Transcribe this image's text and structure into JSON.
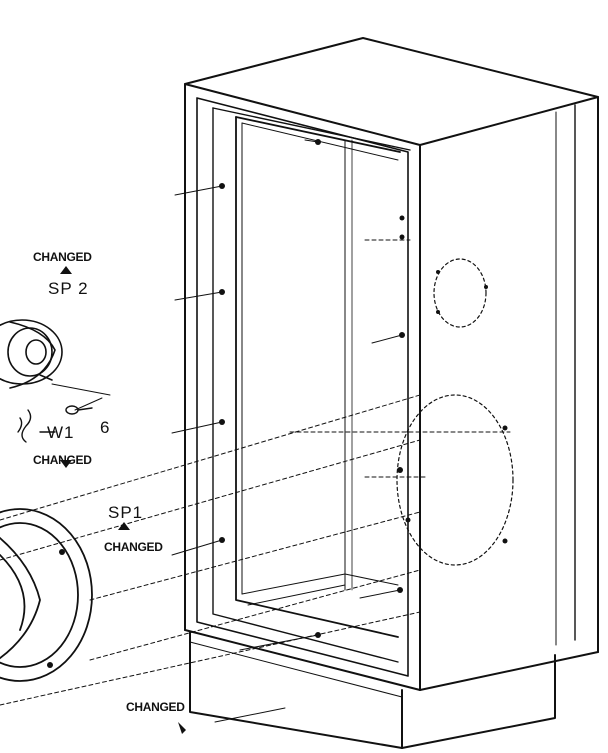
{
  "labels": {
    "changed_sp2": "CHANGED",
    "sp2": "SP 2",
    "num_6": "6",
    "w1": "W1",
    "changed_w1": "CHANGED",
    "sp1": "SP1",
    "changed_sp1": "CHANGED",
    "changed_base": "CHANGED"
  },
  "colors": {
    "ink": "#111111",
    "paper": "#ffffff"
  }
}
